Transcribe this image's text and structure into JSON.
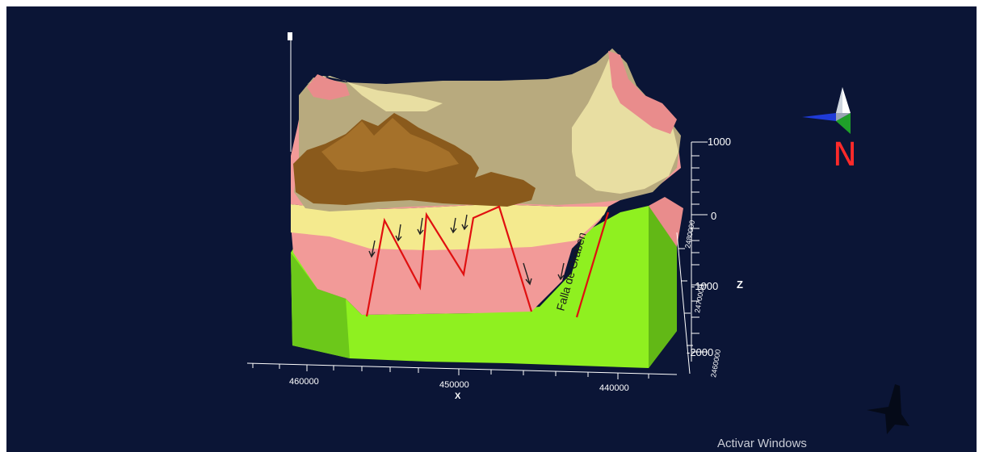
{
  "scene": {
    "fault_annotation": "Falla de Graben",
    "z_axis": {
      "label": "Z",
      "ticks": [
        "1000",
        "0",
        "-1000",
        "-2000"
      ]
    },
    "x_axis": {
      "label": "X",
      "ticks": [
        "460000",
        "450000",
        "440000"
      ]
    },
    "y_axis": {
      "ticks": [
        "2480000",
        "2470000",
        "2460000"
      ]
    },
    "compass": {
      "north_label": "N",
      "icon": "north-arrow-icon"
    }
  },
  "overlay": {
    "watermark": "Activar Windows"
  },
  "colors": {
    "background": "#0b1536",
    "topography_tan": "#b8aa7e",
    "topography_light": "#e8dea2",
    "mountain_brown": "#8a5a1c",
    "pink_layer": "#f29a98",
    "yellow_layer": "#f4ea8e",
    "green_layer": "#8ff020",
    "fault_red": "#e01010",
    "north_red": "#ff2a2a"
  }
}
